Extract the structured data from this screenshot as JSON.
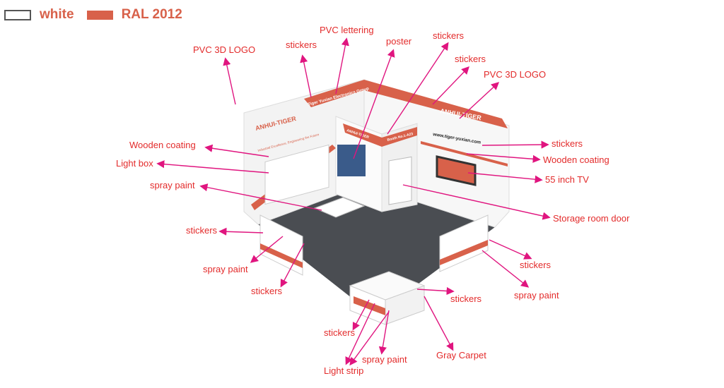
{
  "legend": [
    {
      "label": "white",
      "color": "#ffffff"
    },
    {
      "label": "RAL 2012",
      "color": "#d8614a"
    }
  ],
  "booth_text": {
    "group_name": "Tiger Yuxian Electronics Group",
    "brand": "ANHUI-TIGER",
    "slogan": "Industrial Excellence, Engineering the Future",
    "booth_no": "Booth No.1-A23",
    "website": "www.tiger-yuxian.com"
  },
  "labels": [
    {
      "id": "pvc-3d-logo-left",
      "text": "PVC 3D LOGO"
    },
    {
      "id": "stickers-top-1",
      "text": "stickers"
    },
    {
      "id": "pvc-lettering",
      "text": "PVC lettering"
    },
    {
      "id": "poster",
      "text": "poster"
    },
    {
      "id": "stickers-top-2",
      "text": "stickers"
    },
    {
      "id": "stickers-top-3",
      "text": "stickers"
    },
    {
      "id": "pvc-3d-logo-right",
      "text": "PVC 3D LOGO"
    },
    {
      "id": "stickers-right-1",
      "text": "stickers"
    },
    {
      "id": "wooden-coating-right",
      "text": "Wooden coating"
    },
    {
      "id": "tv",
      "text": "55 inch TV"
    },
    {
      "id": "storage-door",
      "text": "Storage room door"
    },
    {
      "id": "wooden-coating-left",
      "text": "Wooden coating"
    },
    {
      "id": "light-box",
      "text": "Light box"
    },
    {
      "id": "spray-paint-left",
      "text": "spray paint"
    },
    {
      "id": "stickers-left",
      "text": "stickers"
    },
    {
      "id": "spray-paint-left-2",
      "text": "spray paint"
    },
    {
      "id": "stickers-left-2",
      "text": "stickers"
    },
    {
      "id": "stickers-right-2",
      "text": "stickers"
    },
    {
      "id": "spray-paint-right",
      "text": "spray paint"
    },
    {
      "id": "stickers-front",
      "text": "stickers"
    },
    {
      "id": "gray-carpet",
      "text": "Gray Carpet"
    },
    {
      "id": "stickers-bottom",
      "text": "stickers"
    },
    {
      "id": "spray-paint-bottom",
      "text": "spray paint"
    },
    {
      "id": "light-strip",
      "text": "Light strip"
    }
  ],
  "colors": {
    "accent": "#d8614a",
    "arrow": "#e0157f",
    "label": "#e32b2b",
    "carpet": "#4a4d52"
  }
}
